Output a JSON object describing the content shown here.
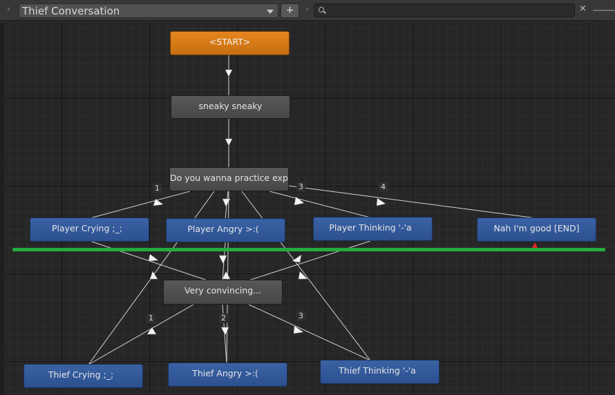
{
  "toolbar": {
    "conversation_title": "Thief Conversation",
    "add_label": "+",
    "search_placeholder": "",
    "clear_label": "×",
    "collapse_label": "‹",
    "breadcrumb_chevron": "›"
  },
  "nodes": {
    "start": "<START>",
    "sneaky": "sneaky sneaky",
    "question": "Do you wanna practice expr",
    "player_crying": "Player Crying ;_;",
    "player_angry": "Player Angry >:(",
    "player_thinking": "Player Thinking '-'a",
    "nah": "Nah I'm good [END]",
    "very_convincing": "Very convincing...",
    "thief_crying": "Thief Crying ;_;",
    "thief_angry": "Thief Angry >:(",
    "thief_thinking": "Thief Thinking '-'a"
  },
  "link_labels": {
    "q1": "1",
    "q3": "3",
    "q4": "4",
    "v1": "1",
    "v2": "2",
    "v3": "3"
  },
  "colors": {
    "player_node": "#2f5596",
    "npc_node": "#4d4d4d",
    "start_node": "#d87a16",
    "selection_bar": "#22ad3f",
    "end_marker": "#e22424"
  },
  "icons": {
    "search": "search-icon",
    "clear": "close-icon",
    "dropdown": "chevron-down-icon"
  }
}
